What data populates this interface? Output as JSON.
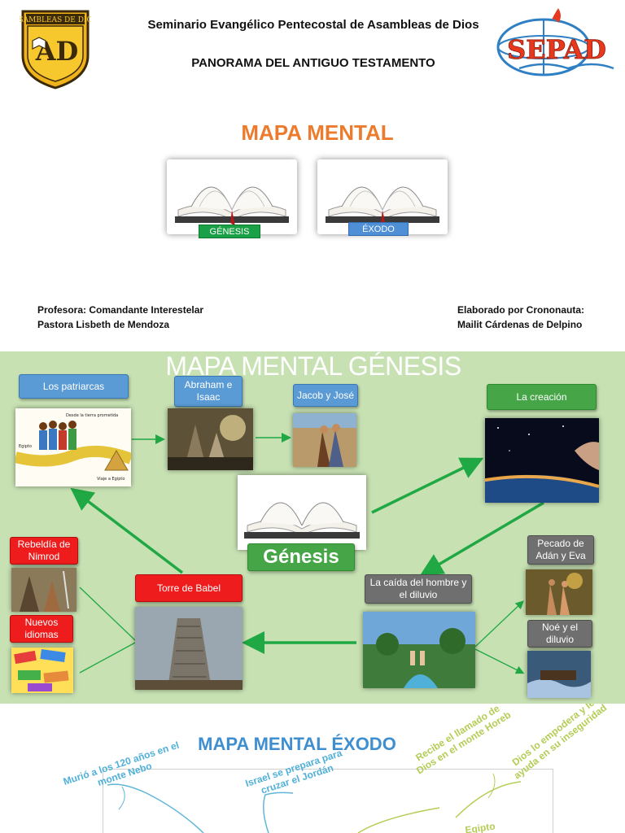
{
  "header": {
    "institution": "Seminario Evangélico Pentecostal de Asambleas de Dios",
    "course": "PANORAMA DEL ANTIGUO TESTAMENTO",
    "logo_left_arc_text": "ASAMBLEAS DE DIOS",
    "logo_left_monogram": "AD",
    "logo_right_text": "SEPAD"
  },
  "cover": {
    "title": "MAPA MENTAL",
    "books": [
      {
        "label": "GÉNESIS",
        "color": "#1aa046"
      },
      {
        "label": "ÉXODO",
        "color": "#4e8fd6"
      }
    ],
    "teacher_line1": "Profesora: Comandante Interestelar",
    "teacher_line2": "Pastora Lisbeth de Mendoza",
    "author_line1": "Elaborado por Crononauta:",
    "author_line2": "Mailit Cárdenas de Delpino"
  },
  "genesis_map": {
    "title": "MAPA MENTAL GÉNESIS",
    "center_label": "Génesis",
    "background": "#c7e1b3",
    "nodes": {
      "patriarcas": "Los patriarcas",
      "abraham": "Abraham e Isaac",
      "jacob": "Jacob y José",
      "creacion": "La creación",
      "rebeldia": "Rebeldía de Nimrod",
      "idiomas": "Nuevos idiomas",
      "babel": "Torre de Babel",
      "caida": "La caída del hombre y el diluvio",
      "pecado": "Pecado de Adán y Eva",
      "noe": "Noé y el diluvio"
    },
    "patriarcas_image_text": {
      "caption1": "Desde la tierra prometida",
      "caption2": "Egipto",
      "caption3": "Viaje a Egipto"
    }
  },
  "exodo_map": {
    "title": "MAPA MENTAL ÉXODO",
    "branches": {
      "moises_muerte": "Murió a los 120 años en el monte Nebo",
      "jordan": "Israel se prepara para cruzar el Jordán",
      "llamado": "Recibe el llamado de Dios en el monte Horeb",
      "empodera": "Dios lo empodera y le ayuda en su inseguridad",
      "egipto": "Egipto"
    }
  }
}
